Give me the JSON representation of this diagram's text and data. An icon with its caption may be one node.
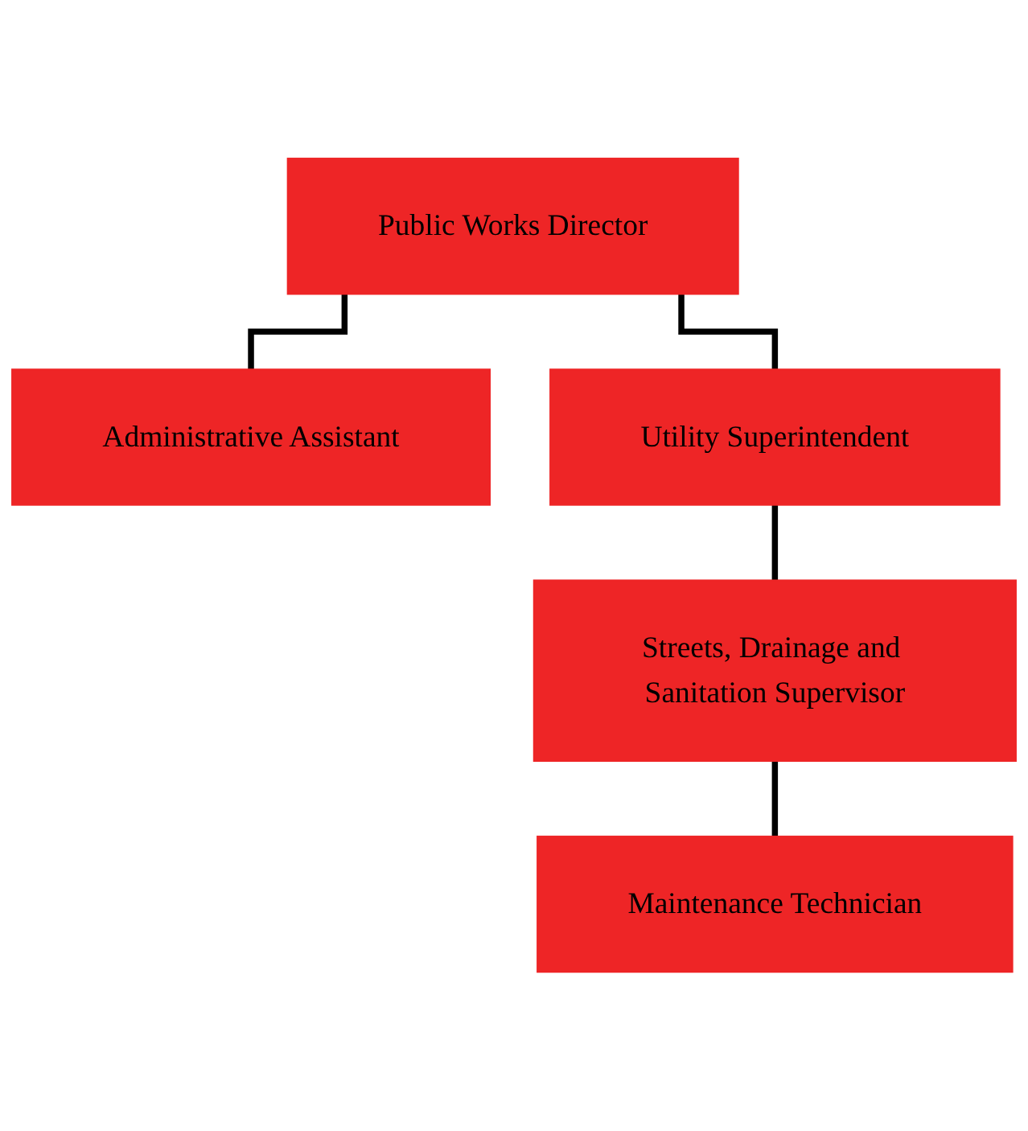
{
  "diagram": {
    "nodes": [
      {
        "text": [
          "Public Works Director"
        ]
      },
      {
        "text": [
          "Administrative Assistant"
        ]
      },
      {
        "text": [
          "Utility Superintendent"
        ]
      },
      {
        "text": [
          "Streets, Drainage and Sanitation Supervisor"
        ]
      },
      {
        "text": [
          "Maintenance Technician"
        ]
      }
    ],
    "edges": [
      {
        "from": 0,
        "to": 1,
        "arrow": "none"
      },
      {
        "from": 0,
        "to": 2,
        "arrow": "none"
      },
      {
        "from": 2,
        "to": 3,
        "arrow": "none"
      },
      {
        "from": 3,
        "to": 4,
        "arrow": "none"
      }
    ]
  }
}
